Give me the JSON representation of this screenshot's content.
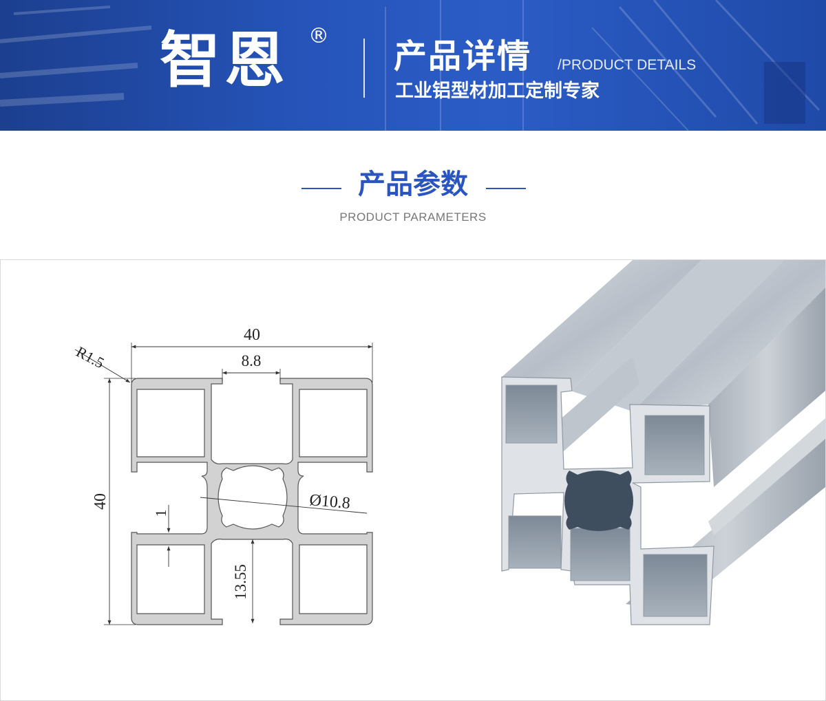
{
  "header": {
    "brand": "智恩",
    "registered_mark": "®",
    "title_cn": "产品详情",
    "title_en": "/PRODUCT DETAILS",
    "slogan": "工业铝型材加工定制专家"
  },
  "section": {
    "title": "产品参数",
    "subtitle": "PRODUCT PARAMETERS"
  },
  "drawing": {
    "width_label": "40",
    "height_label": "40",
    "slot_width_label": "8.8",
    "radius_label": "R1.5",
    "hole_label": "Ø10.8",
    "wall_label": "1",
    "depth_label": "13.55"
  },
  "colors": {
    "banner": "#2553b8",
    "accent": "#2a55c0",
    "profile_fill": "#d2d2d2",
    "profile_stroke": "#555555"
  }
}
